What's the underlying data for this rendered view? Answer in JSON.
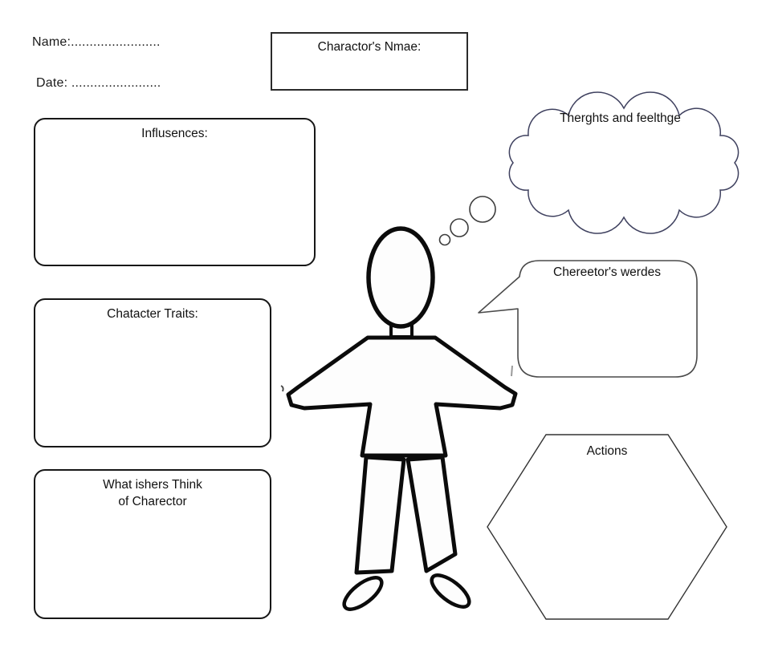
{
  "worksheet": {
    "name_line": "Name:........................",
    "date_line": "Date: ........................",
    "character_name_label": "Charactor's Nmae:",
    "influences_label": "Influsences:",
    "traits_label": "Chatacter Traits:",
    "others_think_line1": "What ishers Think",
    "others_think_line2": "of Charector",
    "thoughts_label": "Therghts and feelthge",
    "speech_label": "Chereetor's werdes",
    "actions_label": "Actions"
  },
  "colors": {
    "background": "#ffffff",
    "text": "#111111",
    "square_box_outline": "#2b2b2b",
    "rounded_box_outline": "#171717",
    "cloud_outline": "#3f415f",
    "thought_trail_outline": "#3c3c3c",
    "speech_bubble_outline": "#4a4a4a",
    "hexagon_outline": "#333333",
    "figure_outline": "#0b0b0b",
    "figure_fill": "#fdfdfd"
  }
}
